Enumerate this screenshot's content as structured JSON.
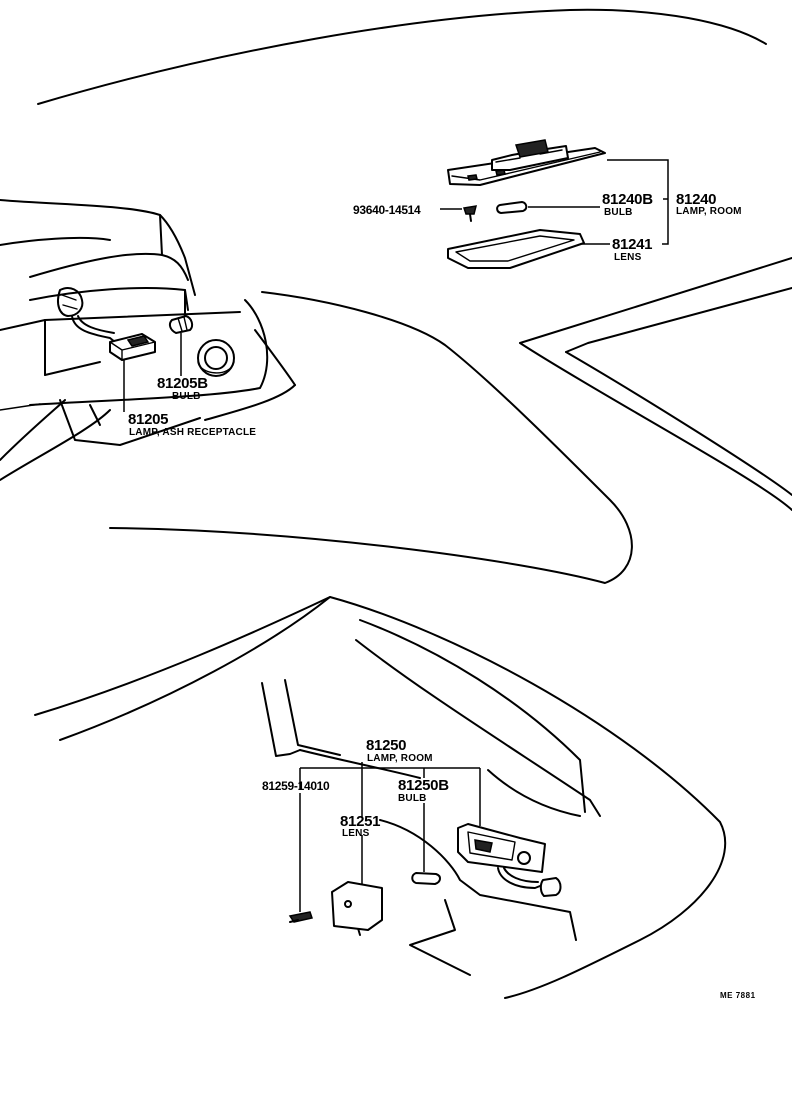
{
  "parts": {
    "room_lamp_front": {
      "number": "81240",
      "description": "LAMP, ROOM"
    },
    "room_lamp_front_bulb": {
      "number": "81240B",
      "description": "BULB"
    },
    "room_lamp_front_lens": {
      "number": "81241",
      "description": "LENS"
    },
    "room_lamp_front_screw": {
      "number": "93640-14514"
    },
    "ash_lamp": {
      "number": "81205",
      "description": "LAMP, ASH RECEPTACLE"
    },
    "ash_lamp_bulb": {
      "number": "81205B",
      "description": "BULB"
    },
    "room_lamp_rear": {
      "number": "81250",
      "description": "LAMP, ROOM"
    },
    "room_lamp_rear_screw": {
      "number": "81259-14010"
    },
    "room_lamp_rear_bulb": {
      "number": "81250B",
      "description": "BULB"
    },
    "room_lamp_rear_lens": {
      "number": "81251",
      "description": "LENS"
    }
  },
  "drawing_code": "ME 7881"
}
